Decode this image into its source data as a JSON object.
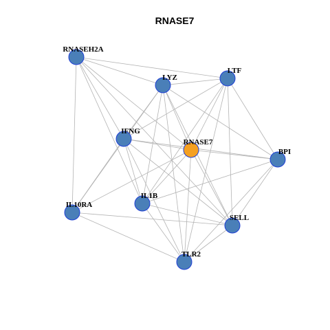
{
  "title": "RNASE7",
  "colors": {
    "node_default": "#4a7fb8",
    "node_focus": "#f5a021",
    "node_border": "#1f3fd6",
    "edge": "#b3b3b3"
  },
  "nodes": [
    {
      "id": "RNASEH2A",
      "label": "RNASEH2A"
    },
    {
      "id": "LYZ",
      "label": "LYZ"
    },
    {
      "id": "LTF",
      "label": "LTF"
    },
    {
      "id": "IFNG",
      "label": "IFNG"
    },
    {
      "id": "RNASE7",
      "label": "RNASE7",
      "focus": true
    },
    {
      "id": "BPI",
      "label": "BPI"
    },
    {
      "id": "IL10RA",
      "label": "IL10RA"
    },
    {
      "id": "IL1B",
      "label": "IL1B"
    },
    {
      "id": "SELL",
      "label": "SELL"
    },
    {
      "id": "TLR2",
      "label": "TLR2"
    }
  ],
  "edges": [
    [
      "RNASEH2A",
      "LTF"
    ],
    [
      "RNASEH2A",
      "LYZ"
    ],
    [
      "RNASEH2A",
      "RNASE7"
    ],
    [
      "RNASEH2A",
      "IFNG"
    ],
    [
      "RNASEH2A",
      "IL10RA"
    ],
    [
      "RNASEH2A",
      "IL1B"
    ],
    [
      "RNASEH2A",
      "SELL"
    ],
    [
      "LYZ",
      "LTF"
    ],
    [
      "LYZ",
      "IFNG"
    ],
    [
      "LYZ",
      "RNASE7"
    ],
    [
      "LYZ",
      "BPI"
    ],
    [
      "LYZ",
      "IL10RA"
    ],
    [
      "LYZ",
      "IL1B"
    ],
    [
      "LYZ",
      "SELL"
    ],
    [
      "LYZ",
      "TLR2"
    ],
    [
      "LTF",
      "IFNG"
    ],
    [
      "LTF",
      "RNASE7"
    ],
    [
      "LTF",
      "BPI"
    ],
    [
      "LTF",
      "IL1B"
    ],
    [
      "LTF",
      "SELL"
    ],
    [
      "LTF",
      "TLR2"
    ],
    [
      "IFNG",
      "RNASE7"
    ],
    [
      "IFNG",
      "BPI"
    ],
    [
      "IFNG",
      "IL10RA"
    ],
    [
      "IFNG",
      "IL1B"
    ],
    [
      "IFNG",
      "SELL"
    ],
    [
      "IFNG",
      "TLR2"
    ],
    [
      "RNASE7",
      "BPI"
    ],
    [
      "RNASE7",
      "IL10RA"
    ],
    [
      "RNASE7",
      "IL1B"
    ],
    [
      "RNASE7",
      "SELL"
    ],
    [
      "RNASE7",
      "TLR2"
    ],
    [
      "BPI",
      "IL1B"
    ],
    [
      "BPI",
      "SELL"
    ],
    [
      "BPI",
      "TLR2"
    ],
    [
      "IL10RA",
      "SELL"
    ],
    [
      "IL10RA",
      "TLR2"
    ],
    [
      "IL1B",
      "SELL"
    ],
    [
      "IL1B",
      "TLR2"
    ],
    [
      "SELL",
      "TLR2"
    ]
  ]
}
